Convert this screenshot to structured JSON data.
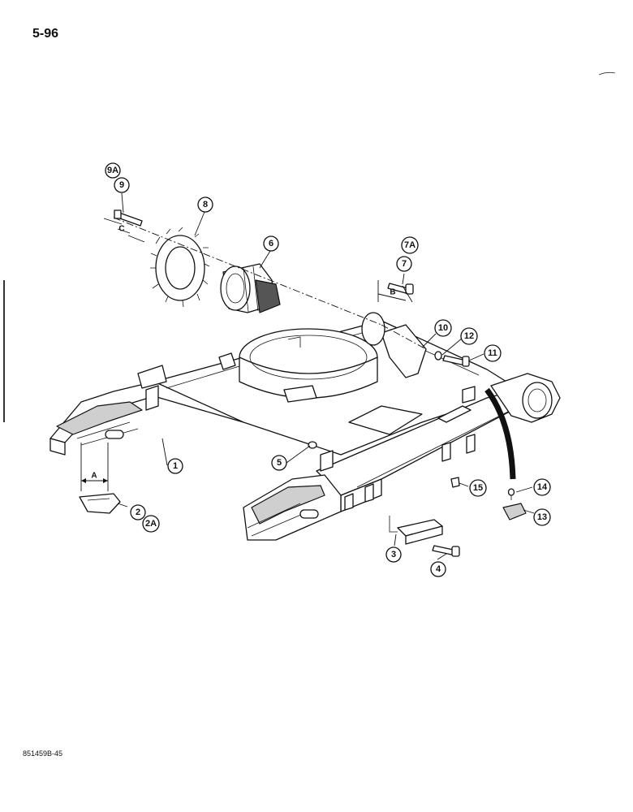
{
  "page": {
    "number": "5-96",
    "doc_id": "851459B-45"
  },
  "callouts": [
    {
      "id": "c1",
      "label": "1"
    },
    {
      "id": "c2",
      "label": "2"
    },
    {
      "id": "c2a",
      "label": "2A"
    },
    {
      "id": "c3",
      "label": "3"
    },
    {
      "id": "c4",
      "label": "4"
    },
    {
      "id": "c5",
      "label": "5"
    },
    {
      "id": "c6",
      "label": "6"
    },
    {
      "id": "c7",
      "label": "7"
    },
    {
      "id": "c7a",
      "label": "7A"
    },
    {
      "id": "c8",
      "label": "8"
    },
    {
      "id": "c9",
      "label": "9"
    },
    {
      "id": "c9a",
      "label": "9A"
    },
    {
      "id": "c10",
      "label": "10"
    },
    {
      "id": "c11",
      "label": "11"
    },
    {
      "id": "c12",
      "label": "12"
    },
    {
      "id": "c13",
      "label": "13"
    },
    {
      "id": "c14",
      "label": "14"
    },
    {
      "id": "c15",
      "label": "15"
    }
  ],
  "dimensions": {
    "a": "A",
    "b": "B",
    "c": "C"
  }
}
